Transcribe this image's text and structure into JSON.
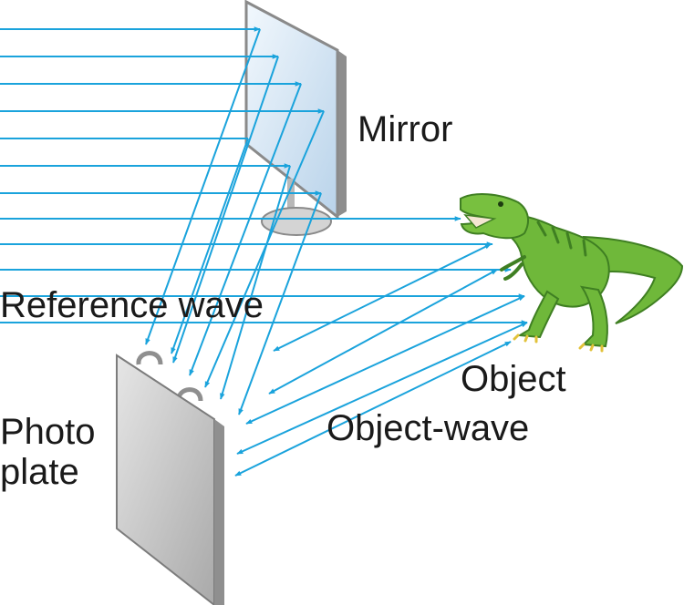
{
  "labels": {
    "mirror": "Mirror",
    "reference_wave": "Reference wave",
    "object": "Object",
    "object_wave": "Object-wave",
    "photo_line1": "Photo",
    "photo_line2": "plate"
  },
  "colors": {
    "ray": "#1aa3dc",
    "mirror_face": "#d6e8f7",
    "mirror_frame": "#9a9a9a",
    "plate_face": "#c9c9c9",
    "plate_frame": "#8f8f8f",
    "dino_body": "#6fb83a",
    "dino_dark": "#3f7f22",
    "text": "#1a1a1a"
  }
}
